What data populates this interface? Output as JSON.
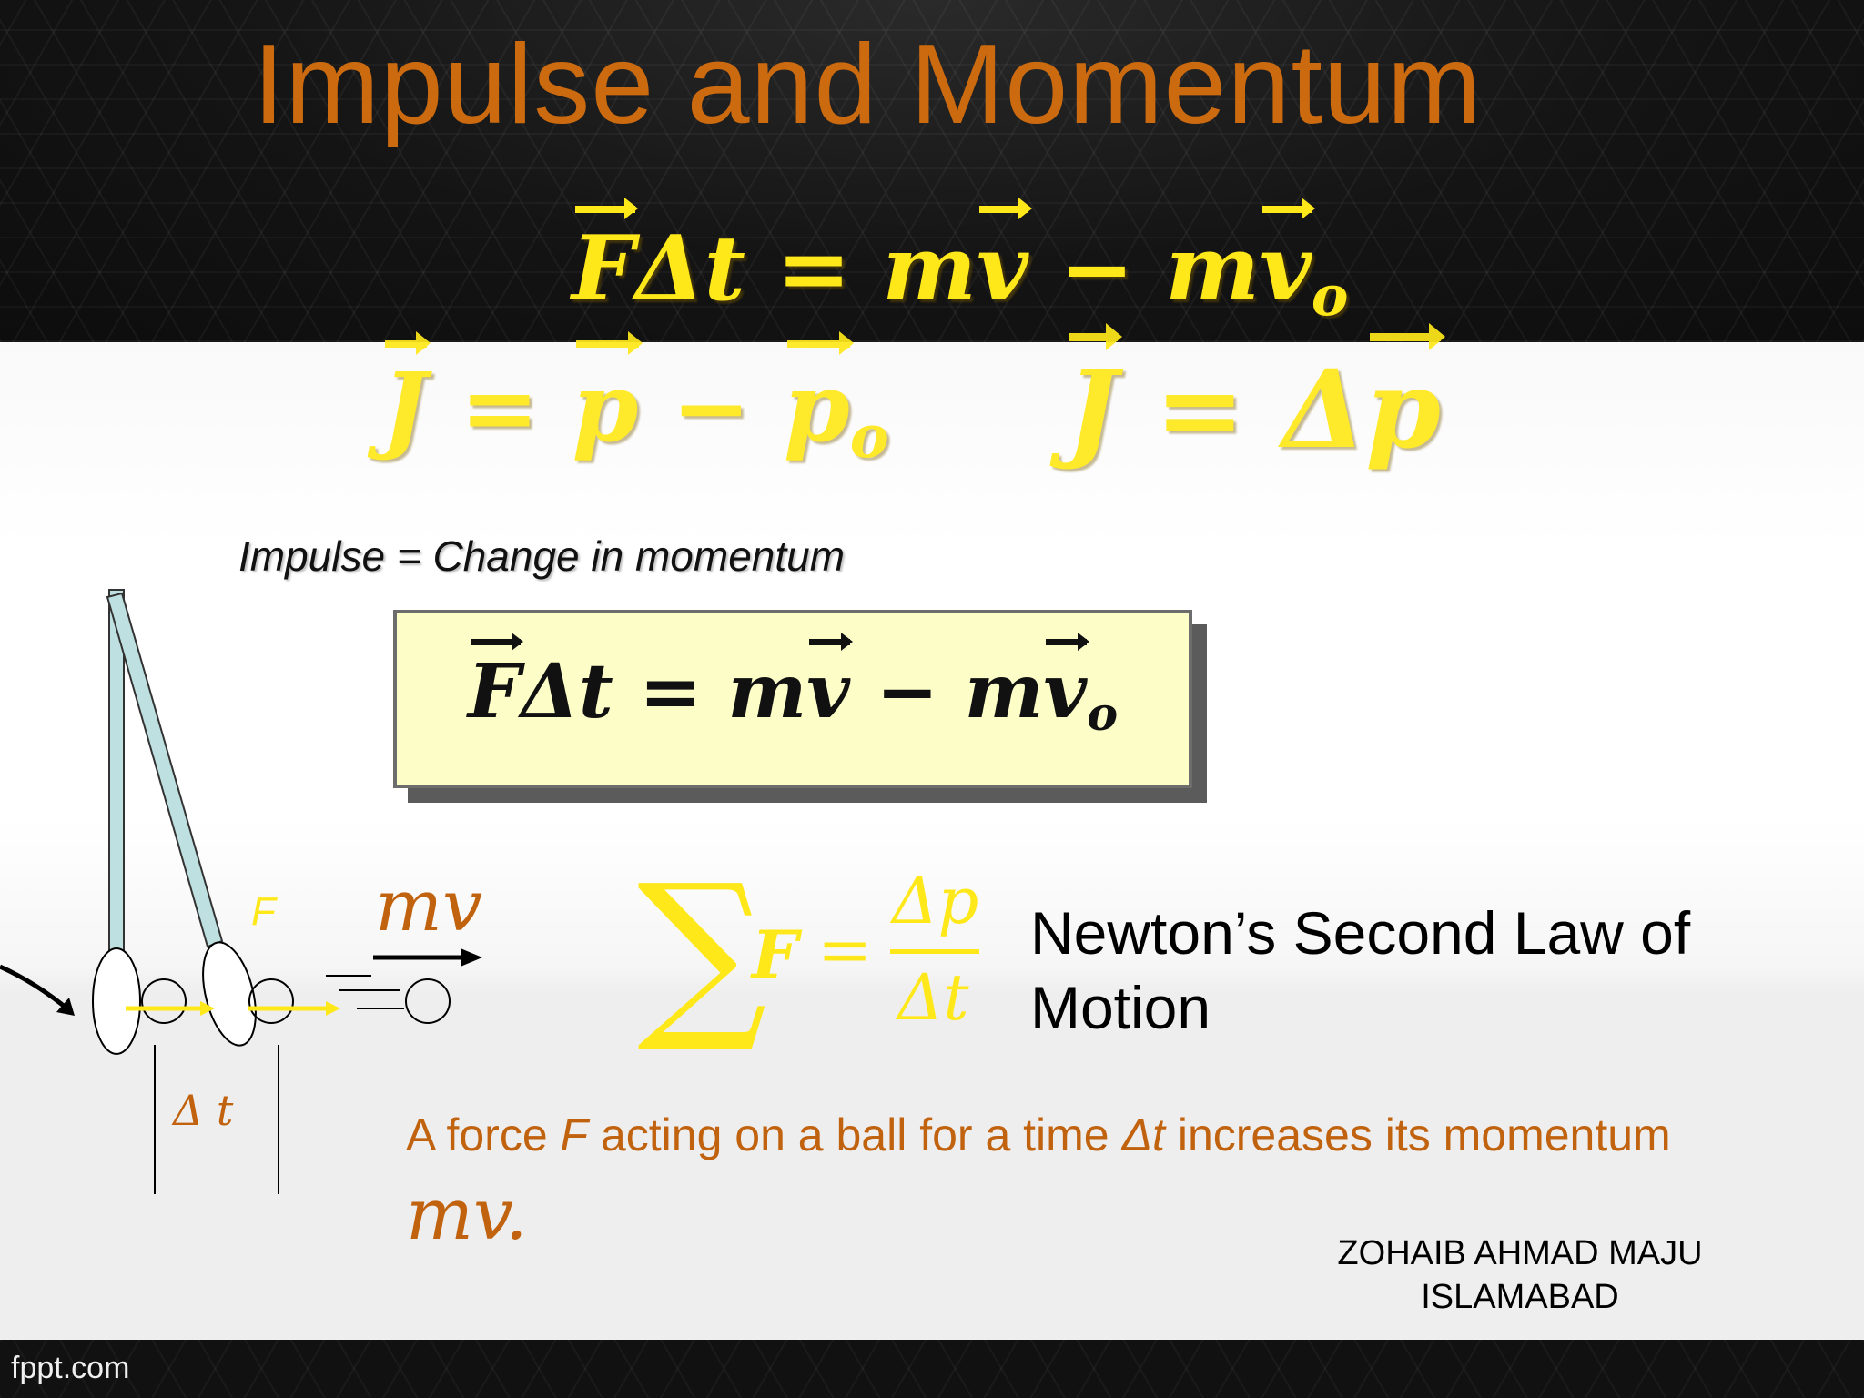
{
  "slide": {
    "title": "Impulse and Momentum",
    "impulse_caption": "Impulse = Change in momentum",
    "newton": {
      "line1": "Newton’s Second Law of",
      "line2": "Motion"
    },
    "force_sentence": {
      "part1": "A force ",
      "f": "F",
      "part2": " acting on a ball for a time ",
      "dt": "Δt",
      "part3": " increases its momentum"
    },
    "mv_final": "mv.",
    "author": {
      "name": "ZOHAIB AHMAD MAJU",
      "city": "ISLAMABAD"
    },
    "footer_brand": "fppt.com"
  },
  "equations": {
    "header": {
      "lhs_F": "F",
      "lhs_rest": "Δt = m",
      "v": "v",
      "minus": " − m",
      "v0": "v",
      "sub": "o"
    },
    "j1": {
      "j": "J",
      "eq": " = ",
      "p": "p",
      "minus": " − ",
      "p0": "p",
      "sub": "o"
    },
    "j2": {
      "j": "J",
      "eq": " = Δ",
      "p": "p"
    },
    "box": {
      "lhs_F": "F",
      "lhs_rest": "Δt = m",
      "v": "v",
      "minus": " − m",
      "v0": "v",
      "sub": "o"
    },
    "sum": {
      "sigma": "∑",
      "f": "F",
      "eq": "=",
      "num": "Δp",
      "den": "Δt"
    }
  },
  "diagram": {
    "label_F": "F",
    "label_mv": "mv",
    "label_dt": "Δ t"
  },
  "colors": {
    "title_orange": "#cc6a10",
    "equation_yellow": "#ffe81a",
    "text_orange": "#c1620f",
    "box_fill": "#fdfdc8",
    "rod_fill": "#bfe0e0"
  }
}
